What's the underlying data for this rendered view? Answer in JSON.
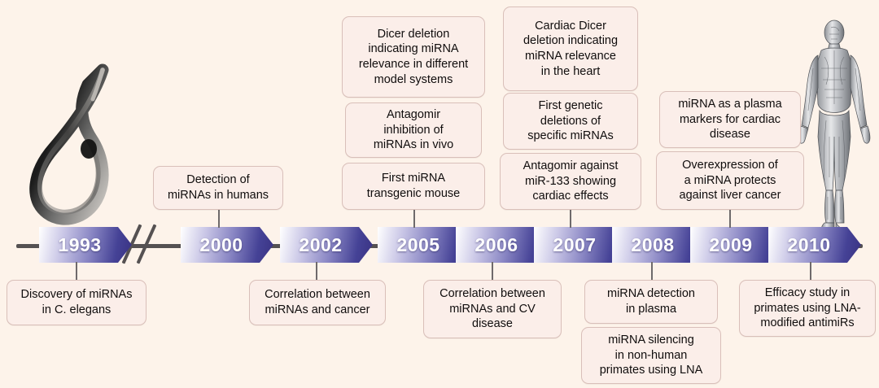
{
  "figure": {
    "title": "miRNA research milestones timeline",
    "background_color": "#fdf3ea",
    "axis_color": "#555152",
    "box_fill": "#fbeee9",
    "box_border": "#d9bfb9",
    "chevron_gradient_light": "#ffffff",
    "chevron_gradient_dark": "#393282"
  },
  "years": [
    {
      "label": "1993"
    },
    {
      "label": "2000"
    },
    {
      "label": "2002"
    },
    {
      "label": "2005"
    },
    {
      "label": "2006"
    },
    {
      "label": "2007"
    },
    {
      "label": "2008"
    },
    {
      "label": "2009"
    },
    {
      "label": "2010"
    }
  ],
  "above_boxes": [
    {
      "id": "b2000",
      "text": "Detection of\nmiRNAs in humans"
    },
    {
      "id": "b2005-top",
      "text": "Dicer deletion\nindicating miRNA\nrelevance in different\nmodel systems"
    },
    {
      "id": "b2005-mid",
      "text": "Antagomir\ninhibition of\nmiRNAs in vivo"
    },
    {
      "id": "b2005-bot",
      "text": "First miRNA\ntransgenic mouse"
    },
    {
      "id": "b2007-top",
      "text": "Cardiac Dicer\ndeletion indicating\nmiRNA relevance\nin the heart"
    },
    {
      "id": "b2007-mid",
      "text": "First genetic\ndeletions of\nspecific miRNAs"
    },
    {
      "id": "b2007-bot",
      "text": "Antagomir against\nmiR-133 showing\ncardiac effects"
    },
    {
      "id": "b2009-top",
      "text": "miRNA as a plasma\nmarkers for cardiac\ndisease"
    },
    {
      "id": "b2009-bot",
      "text": "Overexpression of\na miRNA protects\nagainst liver cancer"
    }
  ],
  "below_boxes": [
    {
      "id": "b1993",
      "text": "Discovery of miRNAs\nin C. elegans"
    },
    {
      "id": "b2002",
      "text": "Correlation between\nmiRNAs and cancer"
    },
    {
      "id": "b2006",
      "text": "Correlation between\nmiRNAs and CV\ndisease"
    },
    {
      "id": "b2008-top",
      "text": "miRNA detection\nin plasma"
    },
    {
      "id": "b2008-bot",
      "text": "miRNA silencing\nin non-human\nprimates using LNA"
    },
    {
      "id": "b2010",
      "text": "Efficacy study in\nprimates using LNA-\nmodified antimiRs"
    }
  ],
  "images": {
    "worm": "c-elegans-micrograph",
    "human": "human-anatomy-musculature-illustration"
  }
}
